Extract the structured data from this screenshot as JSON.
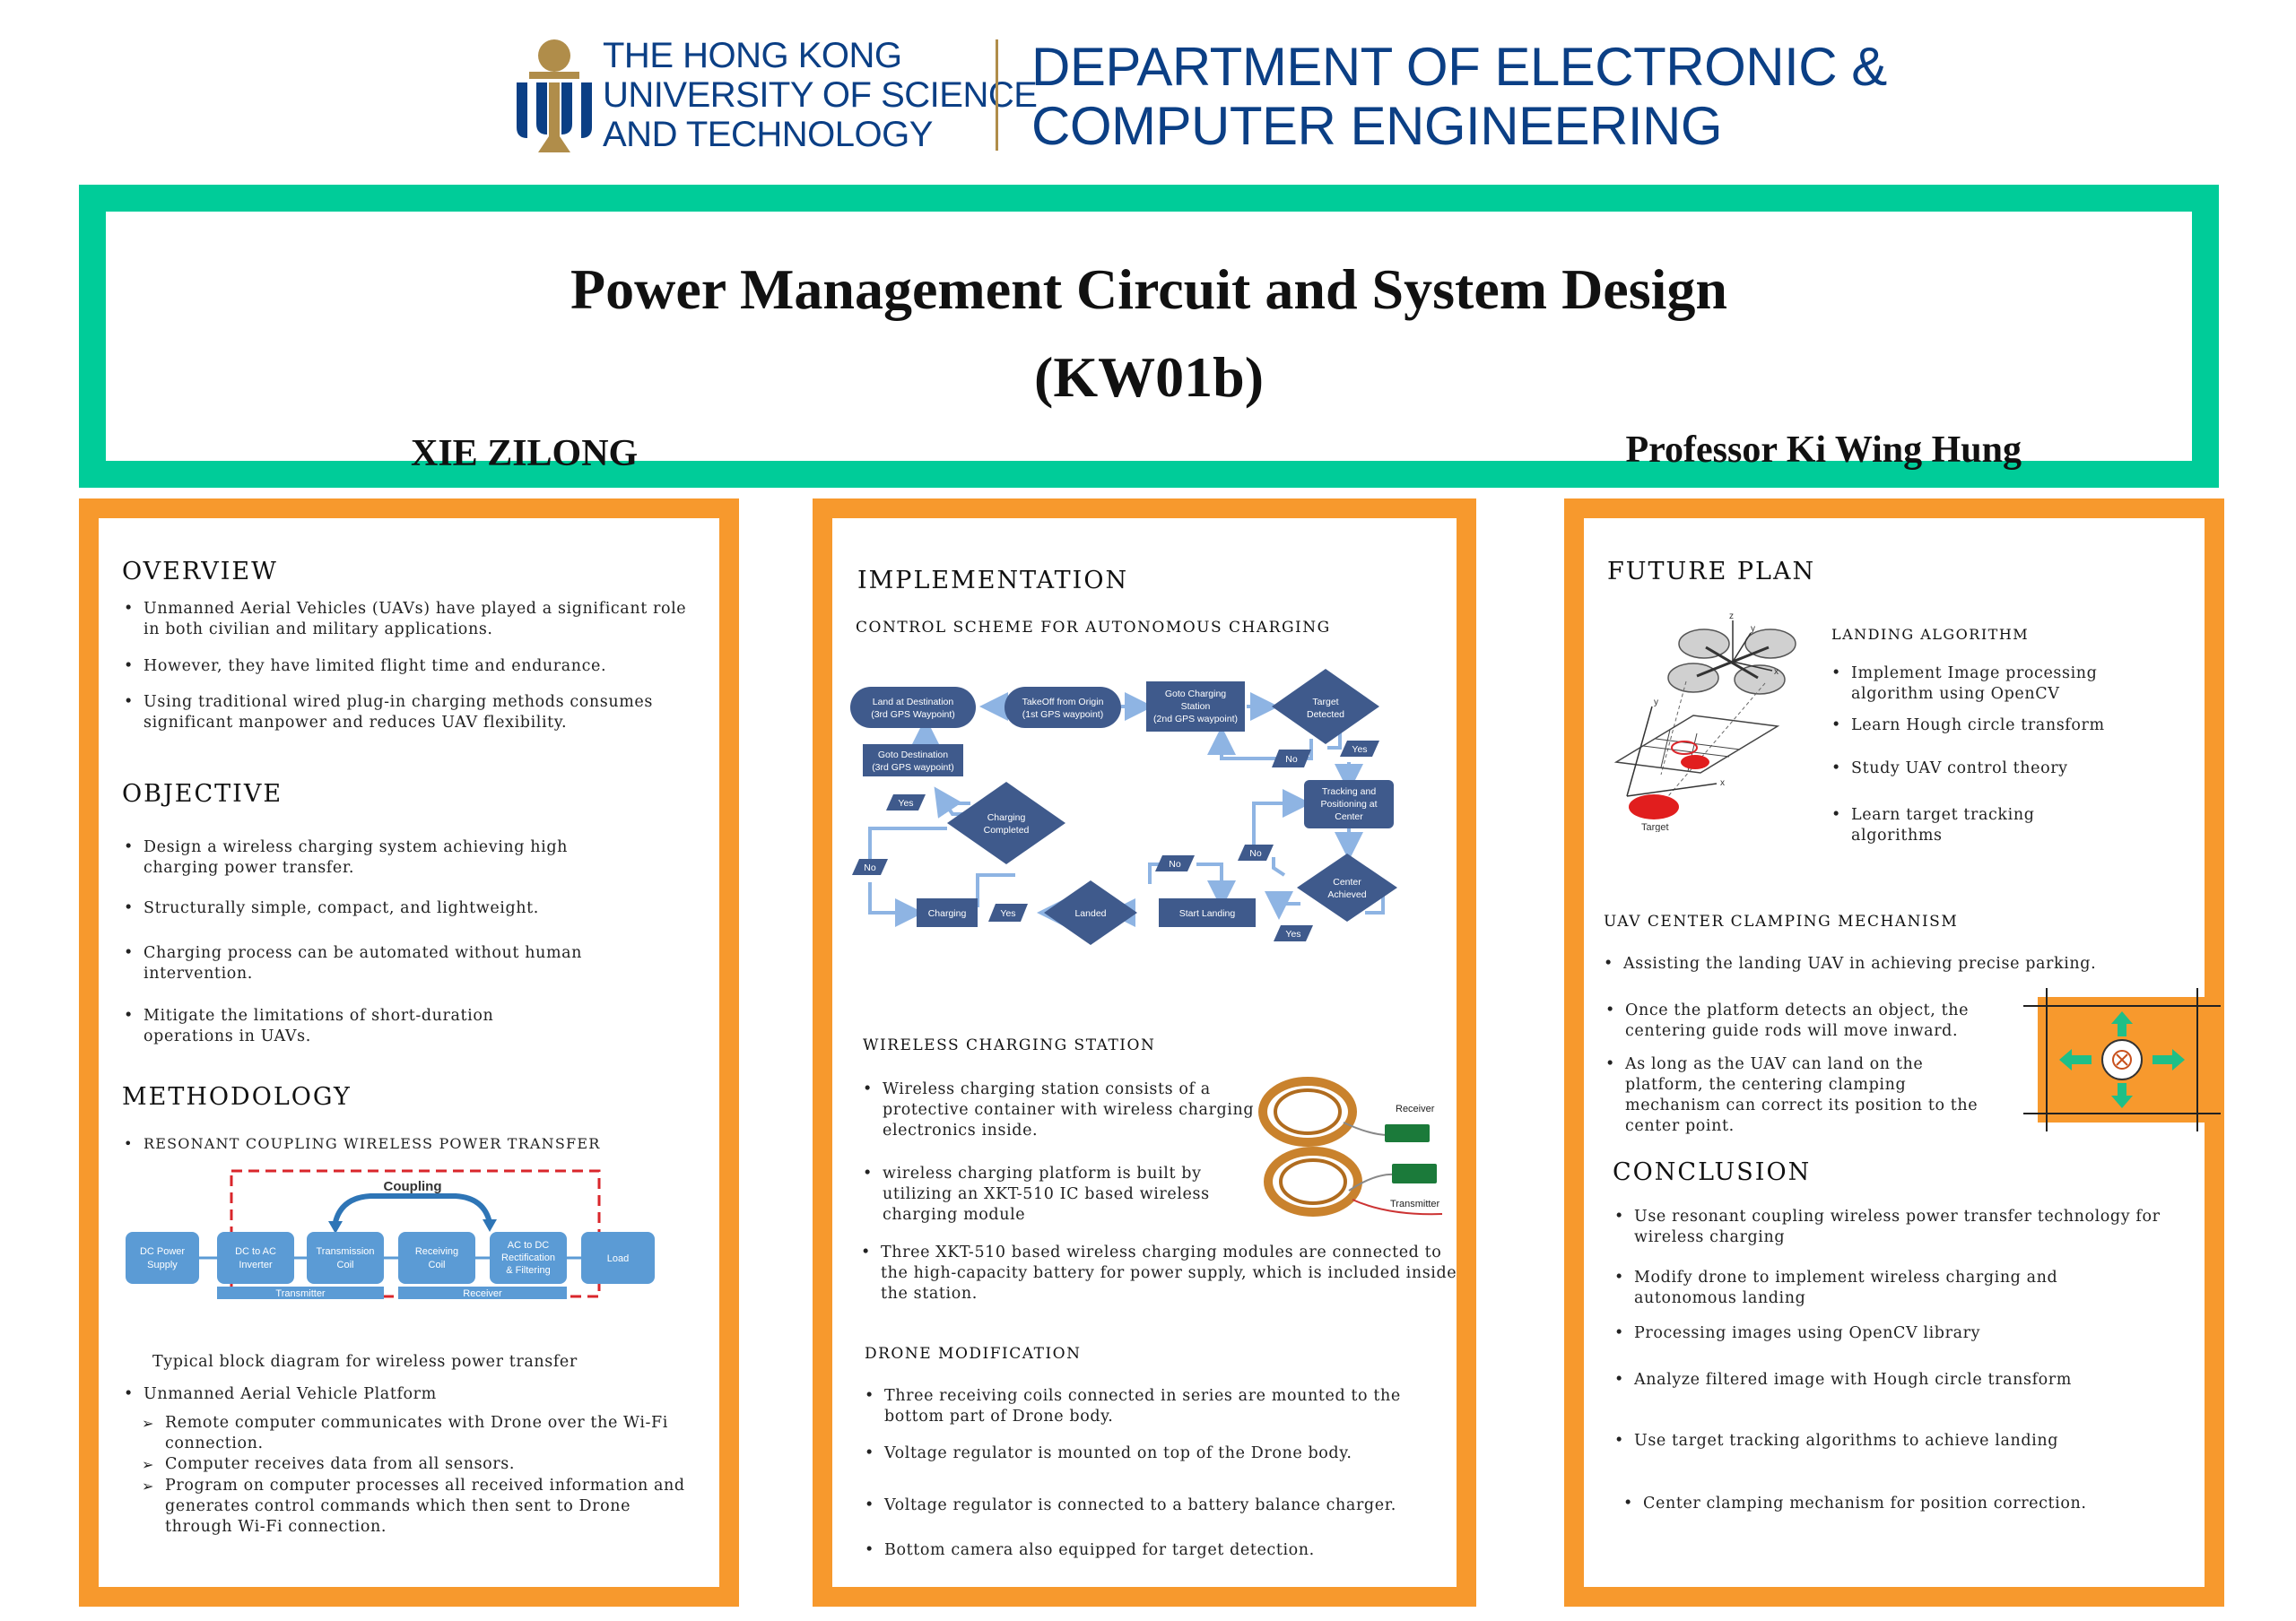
{
  "header": {
    "university_lines": [
      "THE HONG KONG",
      "UNIVERSITY OF SCIENCE",
      "AND TECHNOLOGY"
    ],
    "department_lines": [
      "DEPARTMENT OF ELECTRONIC &",
      "COMPUTER ENGINEERING"
    ]
  },
  "banner": {
    "title_line1": "Power Management Circuit and System Design",
    "title_line2": "(KW01b)",
    "student": "XIE ZILONG",
    "supervisor": "Professor Ki Wing Hung"
  },
  "col1": {
    "overview": {
      "heading": "OVERVIEW",
      "bullets": [
        "Unmanned Aerial Vehicles (UAVs) have played a significant role in both civilian and military applications.",
        "However, they have limited flight time and endurance.",
        "Using traditional wired plug-in charging methods consumes significant manpower and reduces UAV flexibility."
      ]
    },
    "objective": {
      "heading": "OBJECTIVE",
      "bullets": [
        "Design a wireless charging system achieving high charging power transfer.",
        "Structurally simple, compact, and lightweight.",
        "Charging process can be automated without human intervention.",
        "Mitigate the limitations of short-duration operations in UAVs."
      ]
    },
    "methodology": {
      "heading": "METHODOLOGY",
      "sub_heading": "RESONANT COUPLING WIRELESS POWER TRANSFER",
      "diagram": {
        "coupling_label": "Coupling",
        "blocks": [
          {
            "l1": "DC Power",
            "l2": "Supply"
          },
          {
            "l1": "DC to AC",
            "l2": "Inverter"
          },
          {
            "l1": "Transmission",
            "l2": "Coil"
          },
          {
            "l1": "Receiving",
            "l2": "Coil"
          },
          {
            "l1": "AC to DC",
            "l2": "Rectification",
            "l3": "& Filtering"
          },
          {
            "l1": "Load",
            "l2": ""
          }
        ],
        "transmitter_label": "Transmitter",
        "receiver_label": "Receiver"
      },
      "caption": "Typical block diagram for wireless power transfer",
      "platform_bullet": "Unmanned Aerial Vehicle Platform",
      "platform_items": [
        "Remote computer communicates with Drone over the Wi-Fi connection.",
        "Computer receives data from all sensors.",
        "Program on computer processes all received information and generates control commands which then sent to Drone through Wi-Fi connection."
      ]
    }
  },
  "col2": {
    "heading": "IMPLEMENTATION",
    "control_heading": "CONTROL SCHEME FOR AUTONOMOUS CHARGING",
    "flow": {
      "land_dest": [
        "Land at Destination",
        "(3rd GPS Waypoint)"
      ],
      "takeoff": [
        "TakeOff from Origin",
        "(1st GPS waypoint)"
      ],
      "goto_station": [
        "Goto Charging",
        "Station",
        "(2nd GPS waypoint)"
      ],
      "target_detected": [
        "Target",
        "Detected"
      ],
      "goto_dest": [
        "Goto Destination",
        "(3rd GPS waypoint)"
      ],
      "charging_completed": [
        "Charging",
        "Completed"
      ],
      "tracking": [
        "Tracking and",
        "Positioning at",
        "Center"
      ],
      "center_achieved": [
        "Center",
        "Achieved"
      ],
      "charging": "Charging",
      "landed": "Landed",
      "start_landing": "Start Landing",
      "yes": "Yes",
      "no": "No"
    },
    "station_heading": "WIRELESS CHARGING STATION",
    "station_bullets": [
      "Wireless charging station consists of a protective container with wireless charging electronics inside.",
      "wireless charging platform is built by utilizing an XKT-510 IC based wireless charging module",
      "Three XKT-510 based wireless charging modules are connected to the high-capacity battery for power supply, which is included inside the station."
    ],
    "coil_receiver_label": "Receiver",
    "coil_transmitter_label": "Transmitter",
    "drone_heading": "DRONE MODIFICATION",
    "drone_bullets": [
      "Three receiving coils connected in series are mounted to the bottom part of Drone body.",
      "Voltage regulator is mounted on top of the Drone body.",
      "Voltage regulator is connected to a battery balance charger.",
      "Bottom camera also equipped for target detection."
    ]
  },
  "col3": {
    "heading": "FUTURE PLAN",
    "landing_heading": "LANDING ALGORITHM",
    "landing_bullets": [
      "Implement Image processing algorithm using OpenCV",
      "Learn Hough circle transform",
      "Study UAV control theory",
      "Learn target tracking algorithms"
    ],
    "target_label": "Target",
    "axis_labels": {
      "z": "z",
      "y": "y",
      "x": "x",
      "y2": "y",
      "x2": "x"
    },
    "clamping_heading": "UAV CENTER CLAMPING MECHANISM",
    "clamping_bullets": [
      "Assisting the landing UAV in achieving precise parking.",
      "Once the platform detects an object, the centering guide rods will move inward.",
      "As long as the UAV can land on the platform, the centering clamping mechanism can correct its position to the center point."
    ],
    "conclusion_heading": "CONCLUSION",
    "conclusion_bullets": [
      "Use resonant coupling wireless power transfer technology for wireless charging",
      "Modify drone to implement wireless charging and autonomous landing",
      "Processing images using OpenCV library",
      "Analyze filtered image with Hough circle transform",
      "Use target tracking algorithms to achieve landing",
      "Center clamping mechanism for position correction."
    ]
  },
  "colors": {
    "banner_border": "#00cc99",
    "column_border": "#f7992d",
    "hkust_blue": "#0b3f85",
    "flow_blue": "#3f5a8c",
    "block_blue": "#5b9bd5"
  }
}
